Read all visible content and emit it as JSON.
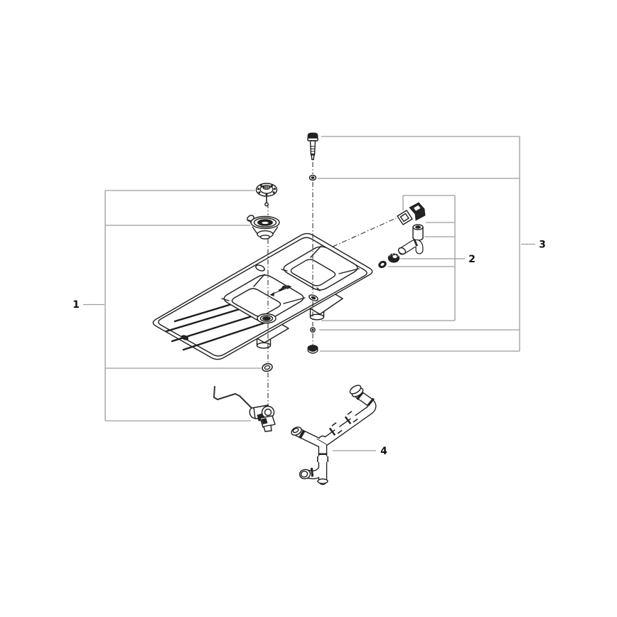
{
  "page": {
    "background": "#ffffff"
  },
  "diagram": {
    "type": "exploded-parts-diagram",
    "subject": "double-bowl kitchen sink with drainboard, drain and waste parts",
    "colors": {
      "linework": "#1d1d1b",
      "callout_lines": "#9c9c9c",
      "labels": "#111111",
      "background": "#ffffff"
    }
  },
  "callouts": {
    "c1": {
      "label": "1"
    },
    "c2": {
      "label": "2"
    },
    "c3": {
      "label": "3"
    },
    "c4": {
      "label": "4"
    }
  }
}
